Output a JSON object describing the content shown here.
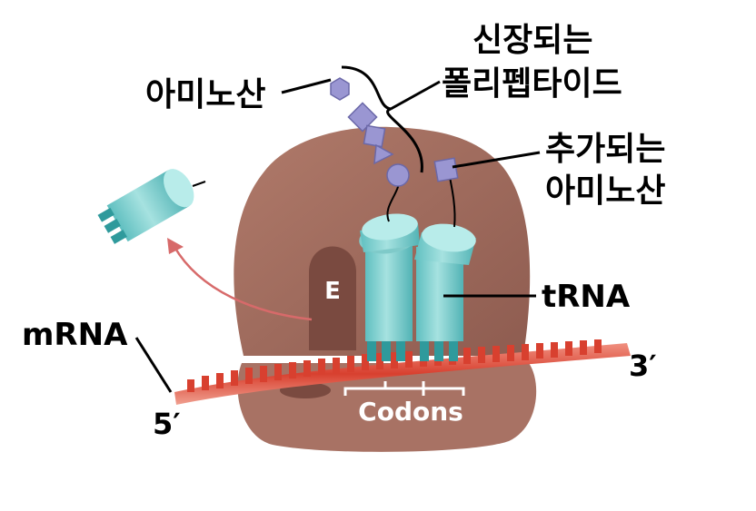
{
  "labels": {
    "amino_acid_left": "아미노산",
    "polypeptide_line1": "신장되는",
    "polypeptide_line2": "폴리펩타이드",
    "added_line1": "추가되는",
    "added_line2": "아미노산",
    "trna": "tRNA",
    "mrna": "mRNA",
    "five_prime": "5′",
    "three_prime": "3′",
    "e_site": "E",
    "codons": "Codons"
  },
  "colors": {
    "ribosome": "#9e6a5c",
    "ribosome_small": "#a87264",
    "e_site": "#7a4a40",
    "trna": "#86d0cf",
    "trna_dark": "#3aa3a5",
    "mrna": "#d8402f",
    "amino_acid": "#9a96d2",
    "arrow": "#d76a6a"
  }
}
